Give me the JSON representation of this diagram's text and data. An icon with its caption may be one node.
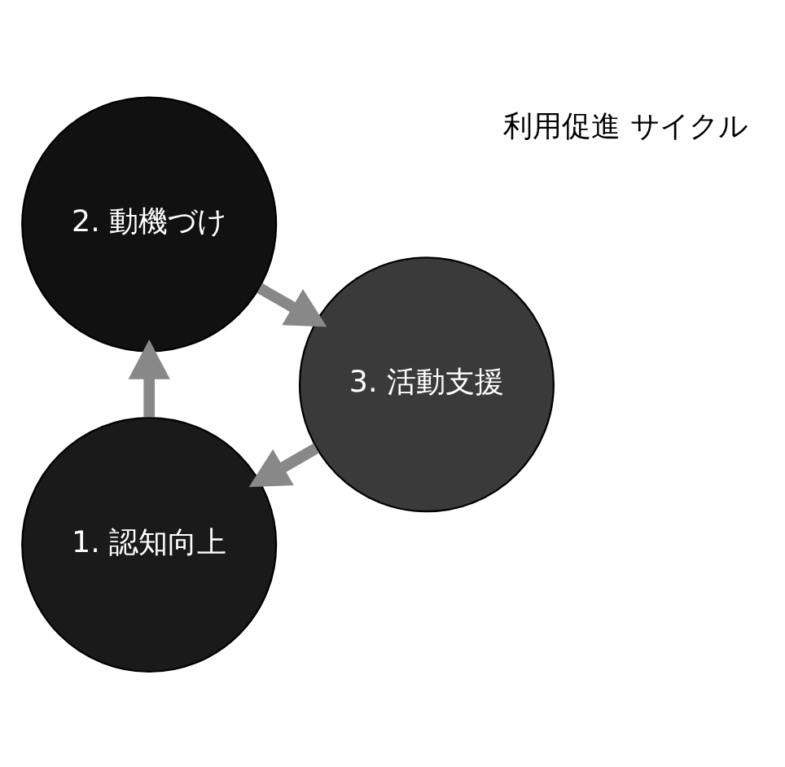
{
  "diagram": {
    "nodes": [
      {
        "text": [
          "1. 認知向上"
        ]
      },
      {
        "text": [
          "2. 動機づけ"
        ]
      },
      {
        "text": [
          "3. 活動支援"
        ]
      }
    ],
    "edges": [
      {
        "from": 0,
        "to": 1,
        "arrow": "to"
      },
      {
        "from": 1,
        "to": 2,
        "arrow": "to"
      },
      {
        "from": 2,
        "to": 0,
        "arrow": "to"
      }
    ],
    "labels": [
      "利用促進 サイクル"
    ]
  }
}
